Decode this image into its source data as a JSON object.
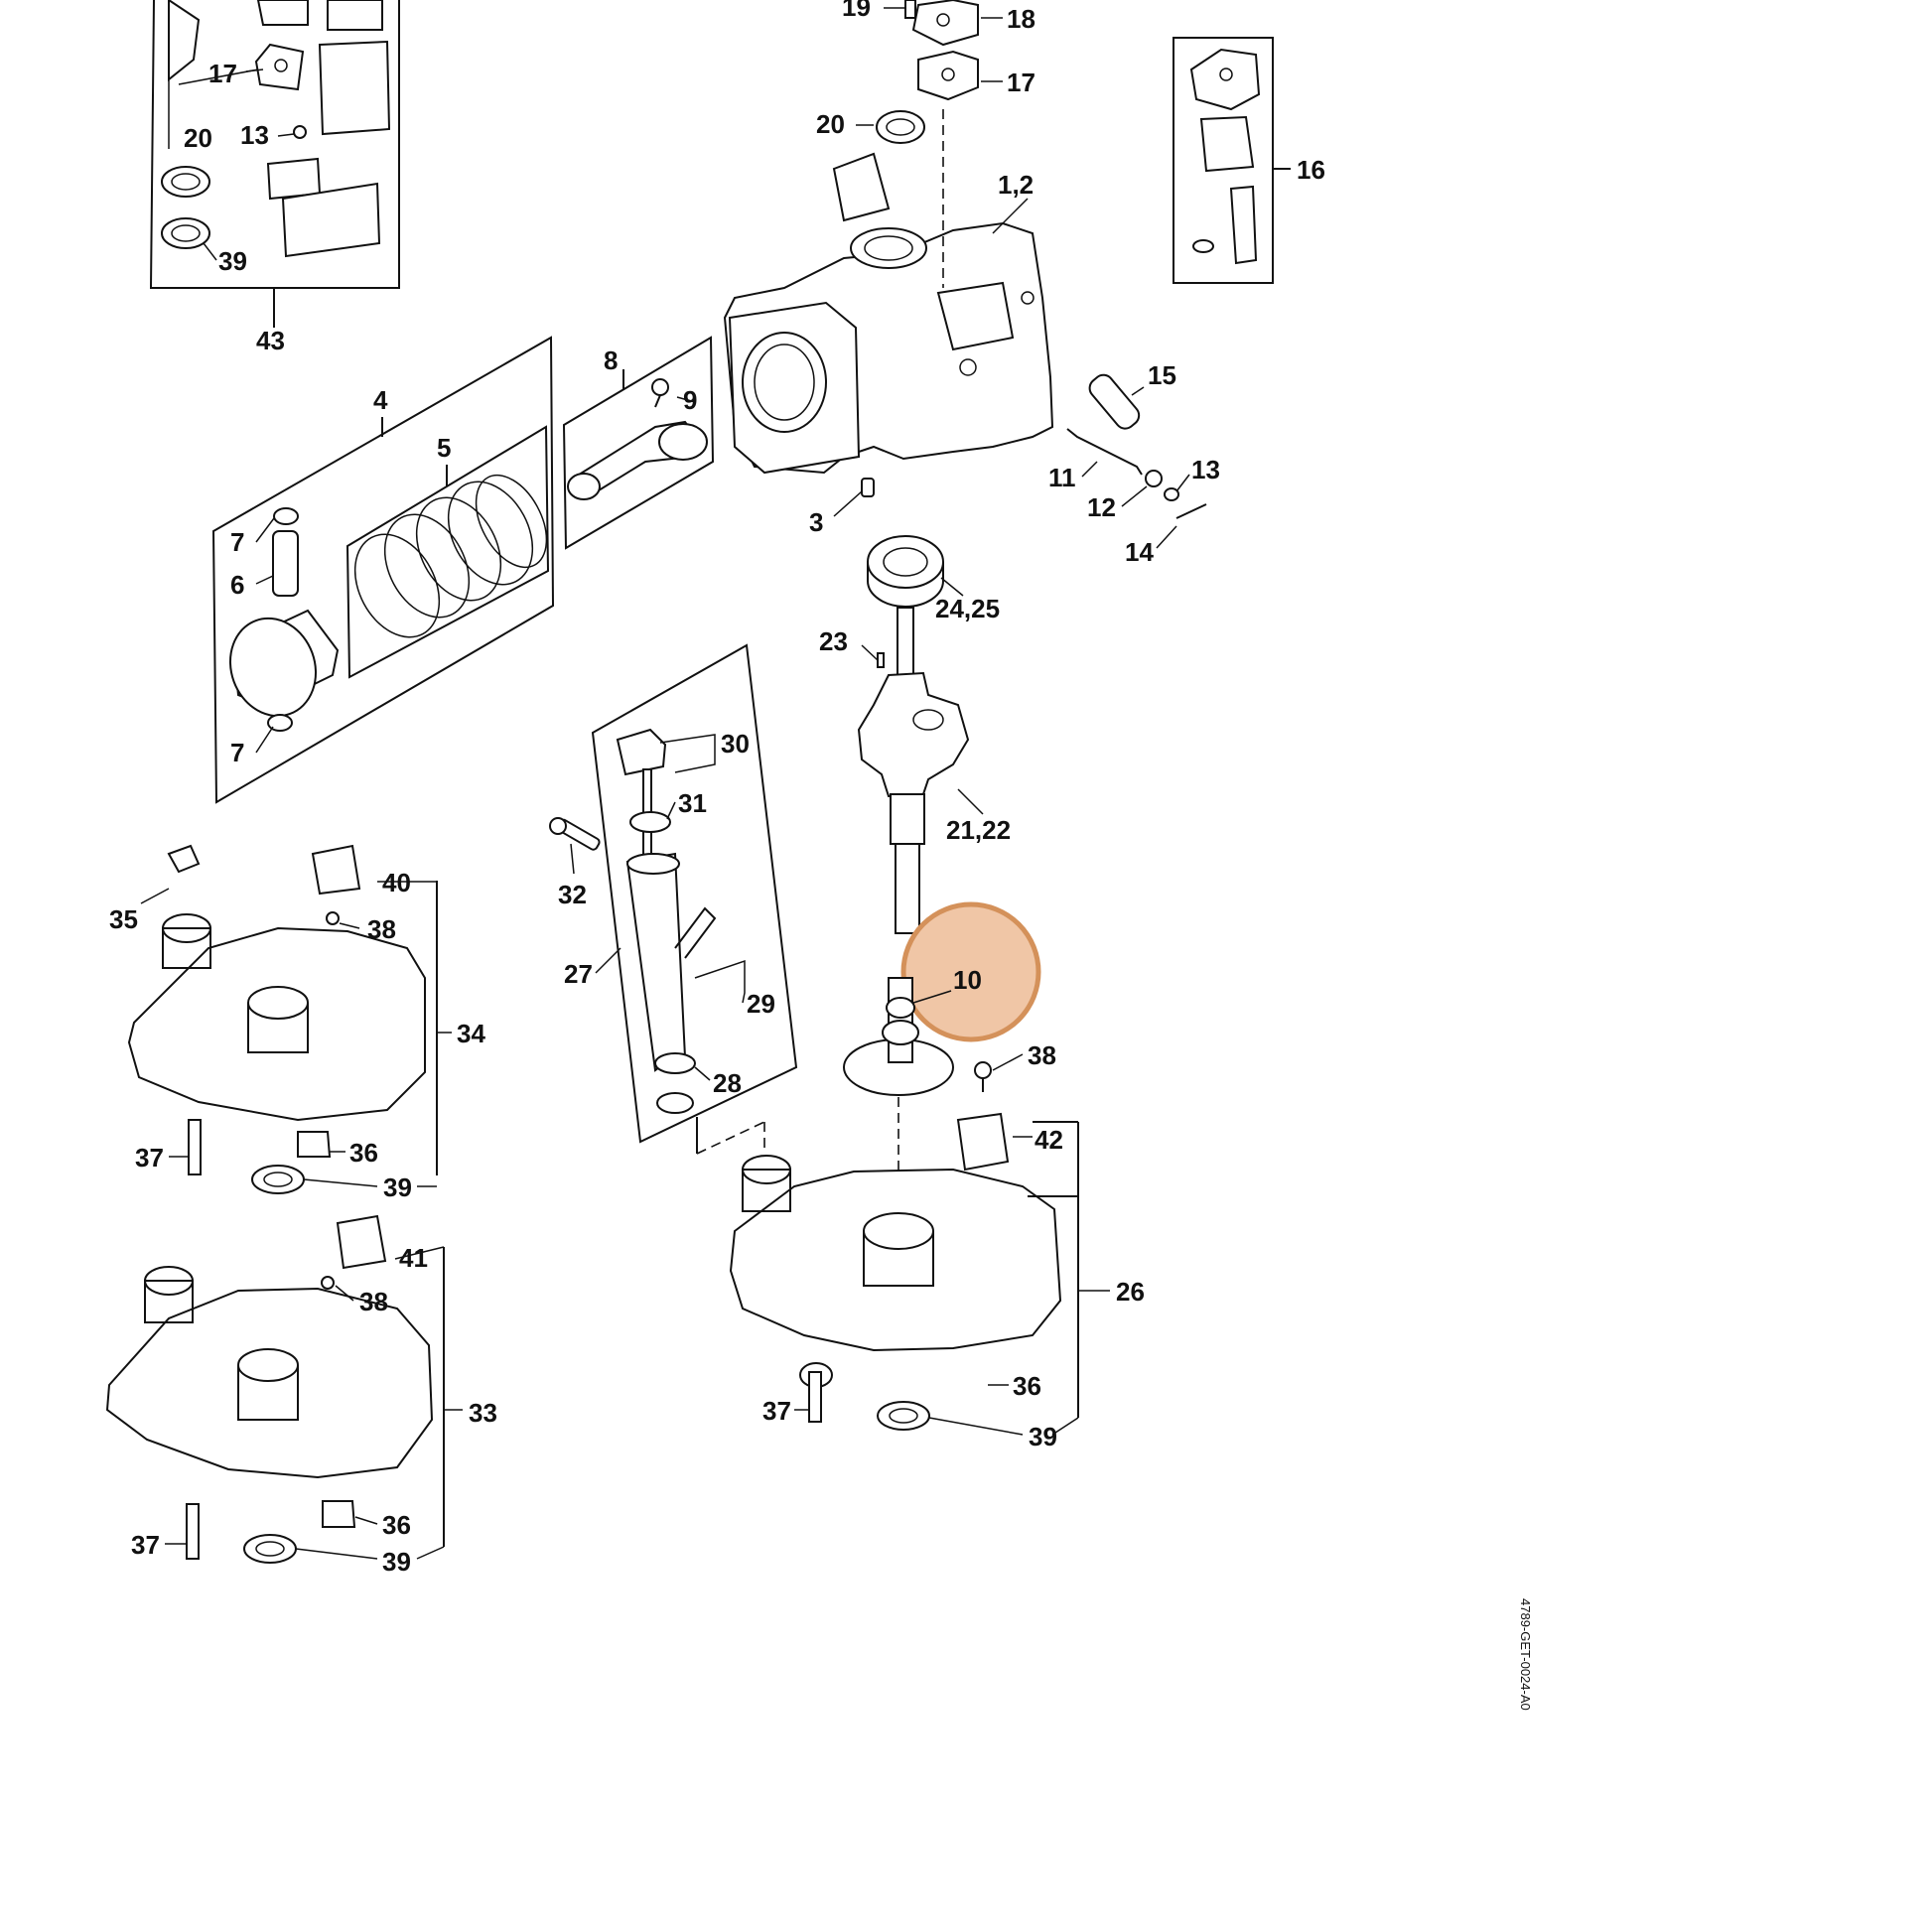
{
  "labels": {
    "l19": "19",
    "l18": "18",
    "l17a": "17",
    "l17b": "17",
    "l20a": "20",
    "l20b": "20",
    "l13a": "13",
    "l13b": "13",
    "l39a": "39",
    "l39b": "39",
    "l39c": "39",
    "l39d": "39",
    "l43": "43",
    "l12": "1,2",
    "l16": "16",
    "l4": "4",
    "l5": "5",
    "l8": "8",
    "l9": "9",
    "l15": "15",
    "l11": "11",
    "l12b": "12",
    "l14": "14",
    "l3": "3",
    "l7a": "7",
    "l7b": "7",
    "l6": "6",
    "l2425": "24,25",
    "l23": "23",
    "l30": "30",
    "l31": "31",
    "l2122": "21,22",
    "l32": "32",
    "l35": "35",
    "l40": "40",
    "l38a": "38",
    "l38b": "38",
    "l38c": "38",
    "l34": "34",
    "l27": "27",
    "l29": "29",
    "l10": "10",
    "l28": "28",
    "l42": "42",
    "l37a": "37",
    "l37b": "37",
    "l37c": "37",
    "l36a": "36",
    "l36b": "36",
    "l36c": "36",
    "l26": "26",
    "l41": "41",
    "l33": "33"
  },
  "drawing_code": "4789-GET-0024-A0",
  "highlight": {
    "label": "10",
    "color": "#d4915a"
  }
}
